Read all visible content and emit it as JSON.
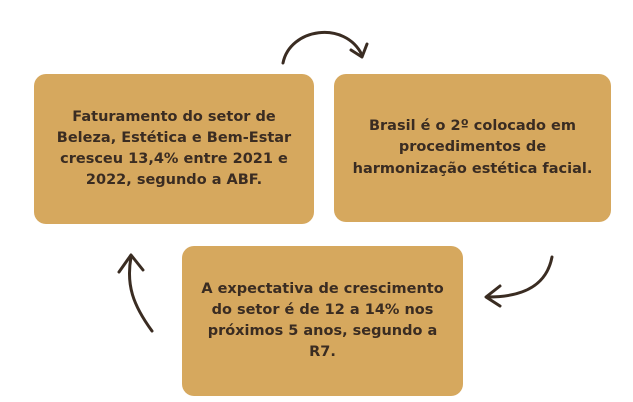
{
  "cards": [
    {
      "text": "Faturamento do setor de Beleza, Estética e Bem-Estar cresceu 13,4% entre 2021 e 2022, segundo a ABF."
    },
    {
      "text": "Brasil é o 2º colocado em procedimentos de harmonização estética facial."
    },
    {
      "text": "A expectativa de crescimento do setor é de 12 a 14% nos próximos 5 anos, segundo a R7."
    }
  ],
  "colors": {
    "card": "#d6a85e",
    "text": "#3a2c22",
    "arrow": "#3a2c22",
    "background": "#ffffff"
  }
}
